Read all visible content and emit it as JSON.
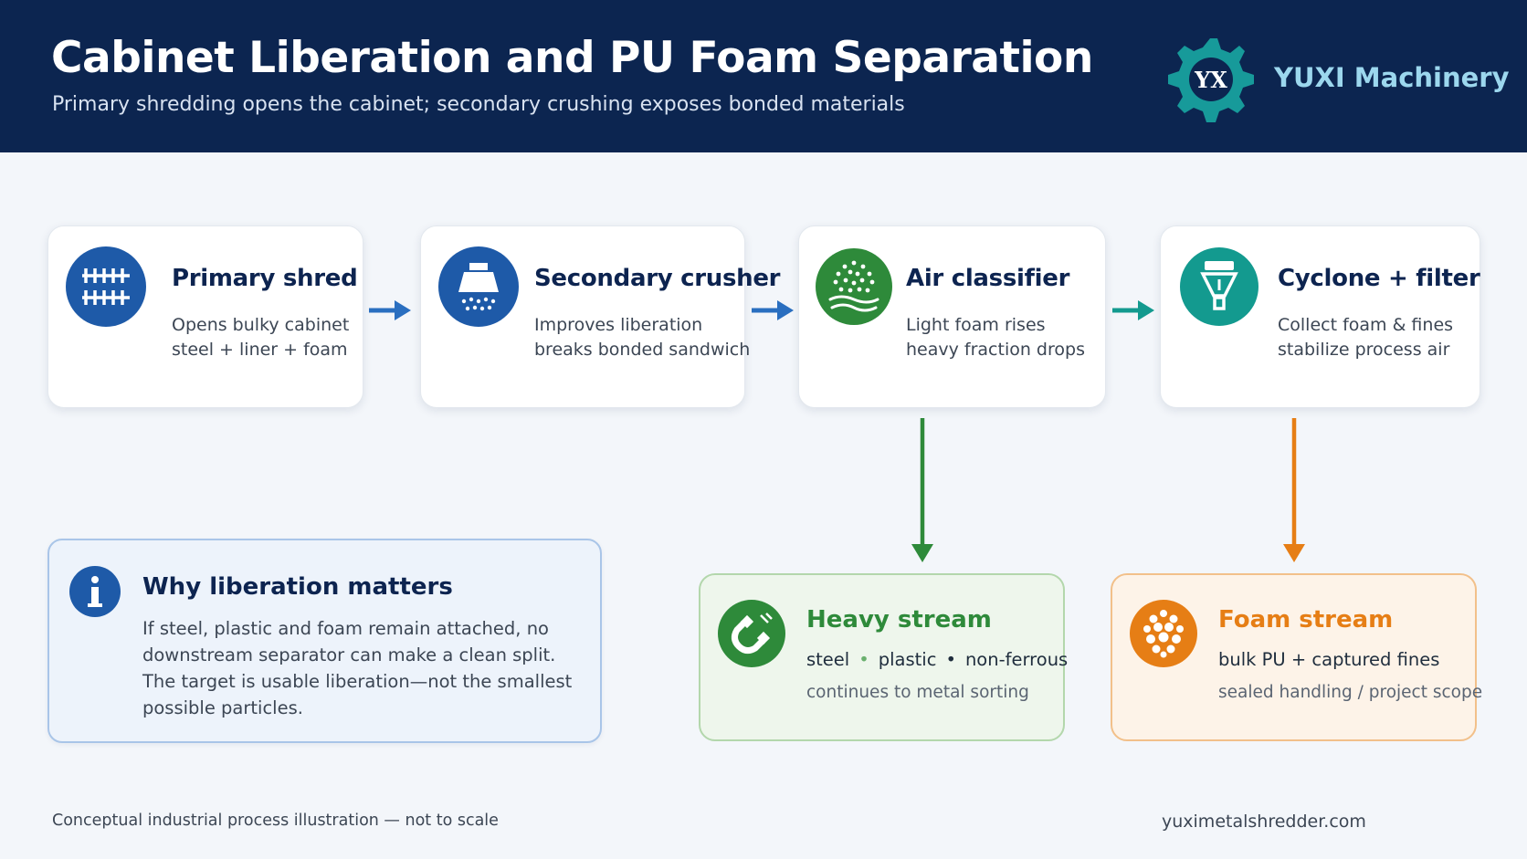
{
  "header": {
    "title": "Cabinet Liberation and PU Foam Separation",
    "subtitle": "Primary shredding opens the cabinet; secondary crushing exposes bonded materials",
    "brand": "YUXI Machinery",
    "brand_logo_letters": "YX"
  },
  "steps": [
    {
      "title": "Primary shred",
      "line1": "Opens bulky cabinet",
      "line2": "steel + liner + foam",
      "icon": "shredder-teeth-icon",
      "color": "#1e5aa8"
    },
    {
      "title": "Secondary crusher",
      "line1": "Improves liberation",
      "line2": "breaks bonded sandwich",
      "icon": "crusher-hopper-icon",
      "color": "#1e5aa8"
    },
    {
      "title": "Air classifier",
      "line1": "Light foam rises",
      "line2": "heavy fraction drops",
      "icon": "air-particles-icon",
      "color": "#2e8a3a"
    },
    {
      "title": "Cyclone + filter",
      "line1": "Collect foam & fines",
      "line2": "stabilize process air",
      "icon": "cyclone-funnel-icon",
      "color": "#139a8f"
    }
  ],
  "info": {
    "title": "Why liberation matters",
    "body": "If steel, plastic and foam remain attached, no downstream separator can make a clean split. The target is usable liberation—not the smallest possible particles.",
    "icon": "info-icon"
  },
  "streams": {
    "heavy": {
      "title": "Heavy stream",
      "items": [
        "steel",
        "plastic",
        "non-ferrous"
      ],
      "note": "continues to metal sorting",
      "icon": "magnet-icon",
      "color": "#2e8a3a"
    },
    "foam": {
      "title": "Foam stream",
      "items_text": "bulk PU + captured fines",
      "note": "sealed handling / project scope",
      "icon": "foam-particles-icon",
      "color": "#e67e15"
    }
  },
  "footer": {
    "left": "Conceptual industrial process illustration — not to scale",
    "right": "yuximetalshredder.com"
  }
}
